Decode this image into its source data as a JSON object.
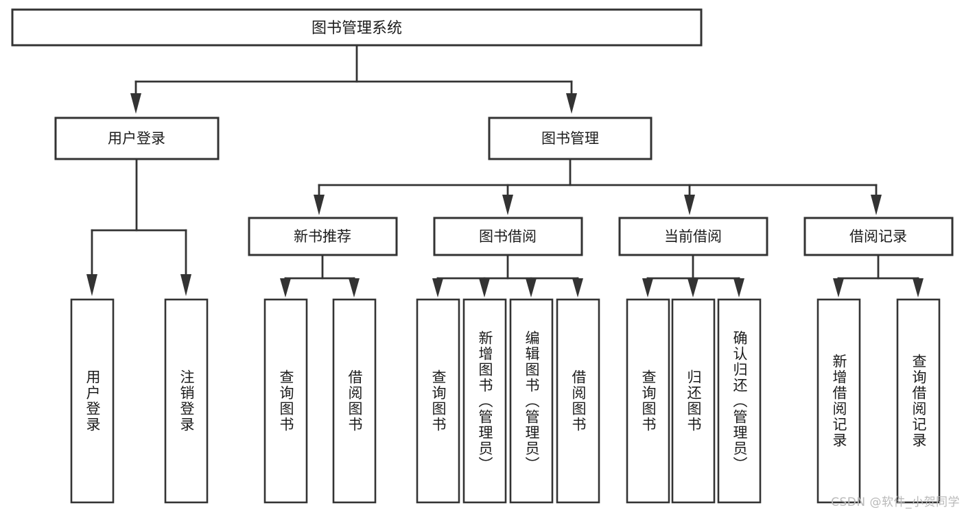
{
  "diagram": {
    "title": "图书管理系统",
    "type": "tree",
    "watermark": "CSDN @软件_小贺同学",
    "colors": {
      "stroke": "#333333",
      "fill": "#ffffff",
      "text": "#1b1b1b",
      "watermark": "#b9b9b9"
    },
    "root": {
      "label": "图书管理系统",
      "orientation": "horizontal"
    },
    "level2": [
      {
        "label": "用户登录",
        "orientation": "horizontal"
      },
      {
        "label": "图书管理",
        "orientation": "horizontal"
      }
    ],
    "level3": [
      {
        "label": "新书推荐",
        "orientation": "horizontal"
      },
      {
        "label": "图书借阅",
        "orientation": "horizontal"
      },
      {
        "label": "当前借阅",
        "orientation": "horizontal"
      },
      {
        "label": "借阅记录",
        "orientation": "horizontal"
      }
    ],
    "leaves": {
      "user_login": [
        {
          "label": "用户登录",
          "orientation": "vertical"
        },
        {
          "label": "注销登录",
          "orientation": "vertical"
        }
      ],
      "new_book_recommend": [
        {
          "label": "查询图书",
          "orientation": "vertical"
        },
        {
          "label": "借阅图书",
          "orientation": "vertical"
        }
      ],
      "book_borrow": [
        {
          "label": "查询图书",
          "orientation": "vertical"
        },
        {
          "label": "新增图书（管理员）",
          "orientation": "vertical"
        },
        {
          "label": "编辑图书（管理员）",
          "orientation": "vertical"
        },
        {
          "label": "借阅图书",
          "orientation": "vertical"
        }
      ],
      "current_borrow": [
        {
          "label": "查询图书",
          "orientation": "vertical"
        },
        {
          "label": "归还图书",
          "orientation": "vertical"
        },
        {
          "label": "确认归还（管理员）",
          "orientation": "vertical"
        }
      ],
      "borrow_record": [
        {
          "label": "新增借阅记录",
          "orientation": "vertical"
        },
        {
          "label": "查询借阅记录",
          "orientation": "vertical"
        }
      ]
    }
  }
}
